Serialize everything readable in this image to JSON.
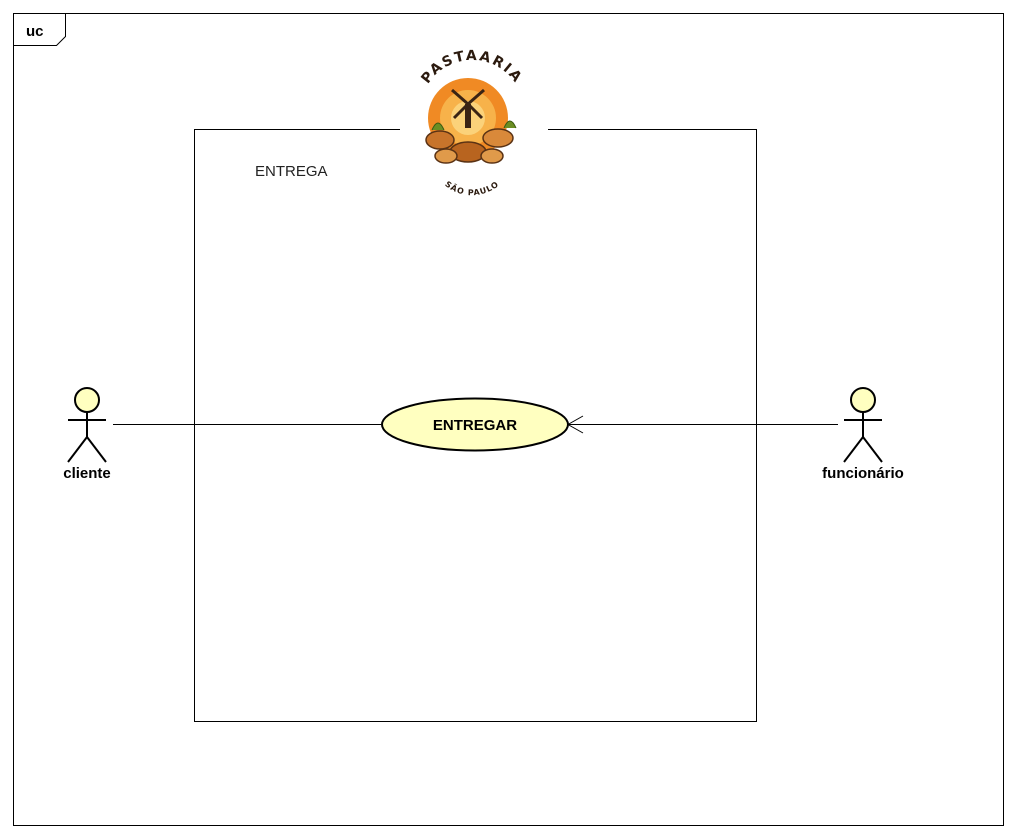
{
  "frame": {
    "tag": "uc"
  },
  "system": {
    "name": "ENTREGA"
  },
  "logo": {
    "top_text": "PASTAARIA",
    "bottom_text": "SÃO PAULO"
  },
  "use_case": {
    "label": "ENTREGAR"
  },
  "actors": {
    "left": "cliente",
    "right": "funcionário"
  },
  "colors": {
    "element_fill": "#ffffc0",
    "stroke": "#000000",
    "logo_orange": "#f08a24"
  }
}
